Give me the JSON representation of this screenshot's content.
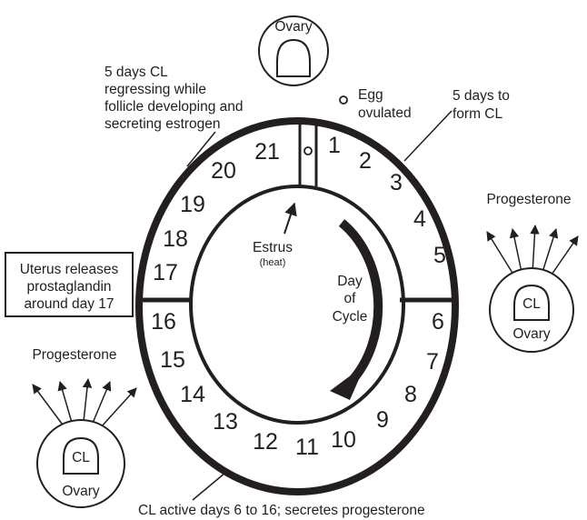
{
  "ovary_label": "Ovary",
  "cl_label": "CL",
  "egg_label_line1": "Egg",
  "egg_label_line2": "ovulated",
  "form_cl_line1": "5 days to",
  "form_cl_line2": "form CL",
  "regressing_line1": "5 days CL",
  "regressing_line2": "regressing while",
  "regressing_line3": "follicle developing and",
  "regressing_line4": "secreting estrogen",
  "progesterone_label": "Progesterone",
  "uterus_line1": "Uterus releases",
  "uterus_line2": "prostaglandin",
  "uterus_line3": "around day 17",
  "estrus_label": "Estrus",
  "heat_label": "(heat)",
  "cycle_line1": "Day",
  "cycle_line2": "of",
  "cycle_line3": "Cycle",
  "cl_active_caption": "CL active days 6 to 16; secretes progesterone",
  "days": [
    "1",
    "2",
    "3",
    "4",
    "5",
    "6",
    "7",
    "8",
    "9",
    "10",
    "11",
    "12",
    "13",
    "14",
    "15",
    "16",
    "17",
    "18",
    "19",
    "20",
    "21"
  ]
}
